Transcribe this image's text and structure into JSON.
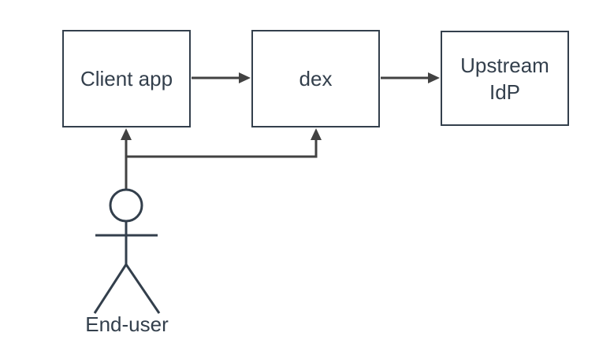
{
  "diagram": {
    "type": "flowchart",
    "nodes": [
      {
        "id": "client-app",
        "label": "Client app"
      },
      {
        "id": "dex",
        "label": "dex"
      },
      {
        "id": "upstream-idp",
        "label": "Upstream IdP",
        "line1": "Upstream",
        "line2": "IdP"
      },
      {
        "id": "end-user",
        "label": "End-user",
        "shape": "actor"
      }
    ],
    "edges": [
      {
        "from": "client-app",
        "to": "dex",
        "direction": "right"
      },
      {
        "from": "dex",
        "to": "upstream-idp",
        "direction": "right"
      },
      {
        "from": "end-user",
        "to": "client-app",
        "direction": "up"
      },
      {
        "from": "end-user",
        "to": "dex",
        "direction": "up"
      }
    ]
  },
  "colors": {
    "node_stroke": "#333F4C",
    "node_fill": "#FFFFFF",
    "edge": "#424242",
    "background": "#FFFFFF"
  }
}
